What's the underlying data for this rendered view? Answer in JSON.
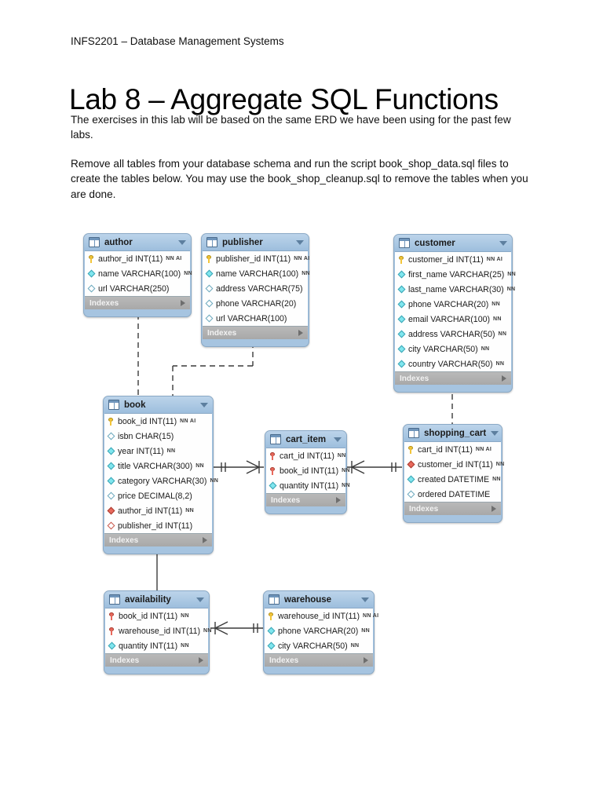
{
  "document": {
    "course_header": "INFS2201 – Database Management Systems",
    "title": "Lab 8 – Aggregate SQL Functions",
    "paragraph_1": "The exercises in this lab will be based on the same ERD we have been using for the past few labs.",
    "paragraph_2": "Remove all tables from your database schema and run the script book_shop_data.sql files to create the tables below.  You may use the book_shop_cleanup.sql to remove the tables when you are done."
  },
  "erd": {
    "indexes_label": "Indexes",
    "colors": {
      "header_blue": "#a6c4e0",
      "body_white": "#fefefe",
      "indexes_gray": "#b0b0b0",
      "pk_yellow": "#f3c53a",
      "fk_red": "#e8695c",
      "nn_cyan": "#7fe6ee"
    },
    "tables": [
      {
        "name": "author",
        "columns": [
          {
            "marker": "key",
            "text": "author_id INT(11)",
            "flags": "NN  AI"
          },
          {
            "marker": "dia-nn",
            "text": "name VARCHAR(100)",
            "flags": "NN"
          },
          {
            "marker": "dia-null",
            "text": "url VARCHAR(250)",
            "flags": ""
          }
        ]
      },
      {
        "name": "publisher",
        "columns": [
          {
            "marker": "key",
            "text": "publisher_id INT(11)",
            "flags": "NN  AI"
          },
          {
            "marker": "dia-nn",
            "text": "name VARCHAR(100)",
            "flags": "NN"
          },
          {
            "marker": "dia-null",
            "text": "address VARCHAR(75)",
            "flags": ""
          },
          {
            "marker": "dia-null",
            "text": "phone VARCHAR(20)",
            "flags": ""
          },
          {
            "marker": "dia-null",
            "text": "url VARCHAR(100)",
            "flags": ""
          }
        ]
      },
      {
        "name": "customer",
        "columns": [
          {
            "marker": "key",
            "text": "customer_id INT(11)",
            "flags": "NN  AI"
          },
          {
            "marker": "dia-nn",
            "text": "first_name VARCHAR(25)",
            "flags": "NN"
          },
          {
            "marker": "dia-nn",
            "text": "last_name VARCHAR(30)",
            "flags": "NN"
          },
          {
            "marker": "dia-nn",
            "text": "phone VARCHAR(20)",
            "flags": "NN"
          },
          {
            "marker": "dia-nn",
            "text": "email VARCHAR(100)",
            "flags": "NN"
          },
          {
            "marker": "dia-nn",
            "text": "address VARCHAR(50)",
            "flags": "NN"
          },
          {
            "marker": "dia-nn",
            "text": "city VARCHAR(50)",
            "flags": "NN"
          },
          {
            "marker": "dia-nn",
            "text": "country VARCHAR(50)",
            "flags": "NN"
          }
        ]
      },
      {
        "name": "book",
        "columns": [
          {
            "marker": "key",
            "text": "book_id INT(11)",
            "flags": "NN  AI"
          },
          {
            "marker": "dia-null",
            "text": "isbn CHAR(15)",
            "flags": ""
          },
          {
            "marker": "dia-nn",
            "text": "year INT(11)",
            "flags": "NN"
          },
          {
            "marker": "dia-nn",
            "text": "title VARCHAR(300)",
            "flags": "NN"
          },
          {
            "marker": "dia-nn",
            "text": "category VARCHAR(30)",
            "flags": "NN"
          },
          {
            "marker": "dia-null",
            "text": "price DECIMAL(8,2)",
            "flags": ""
          },
          {
            "marker": "dia-fk",
            "text": "author_id INT(11)",
            "flags": "NN"
          },
          {
            "marker": "dia-fknull",
            "text": "publisher_id INT(11)",
            "flags": ""
          }
        ]
      },
      {
        "name": "cart_item",
        "columns": [
          {
            "marker": "keyfk",
            "text": "cart_id INT(11)",
            "flags": "NN"
          },
          {
            "marker": "keyfk",
            "text": "book_id INT(11)",
            "flags": "NN"
          },
          {
            "marker": "dia-nn",
            "text": "quantity INT(11)",
            "flags": "NN"
          }
        ]
      },
      {
        "name": "shopping_cart",
        "columns": [
          {
            "marker": "key",
            "text": "cart_id INT(11)",
            "flags": "NN  AI"
          },
          {
            "marker": "dia-fk",
            "text": "customer_id INT(11)",
            "flags": "NN"
          },
          {
            "marker": "dia-nn",
            "text": "created DATETIME",
            "flags": "NN"
          },
          {
            "marker": "dia-null",
            "text": "ordered DATETIME",
            "flags": ""
          }
        ]
      },
      {
        "name": "availability",
        "columns": [
          {
            "marker": "keyfk",
            "text": "book_id INT(11)",
            "flags": "NN"
          },
          {
            "marker": "keyfk",
            "text": "warehouse_id INT(11)",
            "flags": "NN"
          },
          {
            "marker": "dia-nn",
            "text": "quantity INT(11)",
            "flags": "NN"
          }
        ]
      },
      {
        "name": "warehouse",
        "columns": [
          {
            "marker": "key",
            "text": "warehouse_id INT(11)",
            "flags": "NN  AI"
          },
          {
            "marker": "dia-nn",
            "text": "phone VARCHAR(20)",
            "flags": "NN"
          },
          {
            "marker": "dia-nn",
            "text": "city VARCHAR(50)",
            "flags": "NN"
          }
        ]
      }
    ],
    "relationships": [
      {
        "from": "author",
        "to": "book",
        "style": "dashed",
        "identifying": false
      },
      {
        "from": "publisher",
        "to": "book",
        "style": "dashed",
        "identifying": false
      },
      {
        "from": "customer",
        "to": "shopping_cart",
        "style": "dashed",
        "identifying": false
      },
      {
        "from": "book",
        "to": "cart_item",
        "style": "solid",
        "identifying": true
      },
      {
        "from": "shopping_cart",
        "to": "cart_item",
        "style": "solid",
        "identifying": true
      },
      {
        "from": "book",
        "to": "availability",
        "style": "solid",
        "identifying": true
      },
      {
        "from": "warehouse",
        "to": "availability",
        "style": "solid",
        "identifying": true
      }
    ]
  }
}
